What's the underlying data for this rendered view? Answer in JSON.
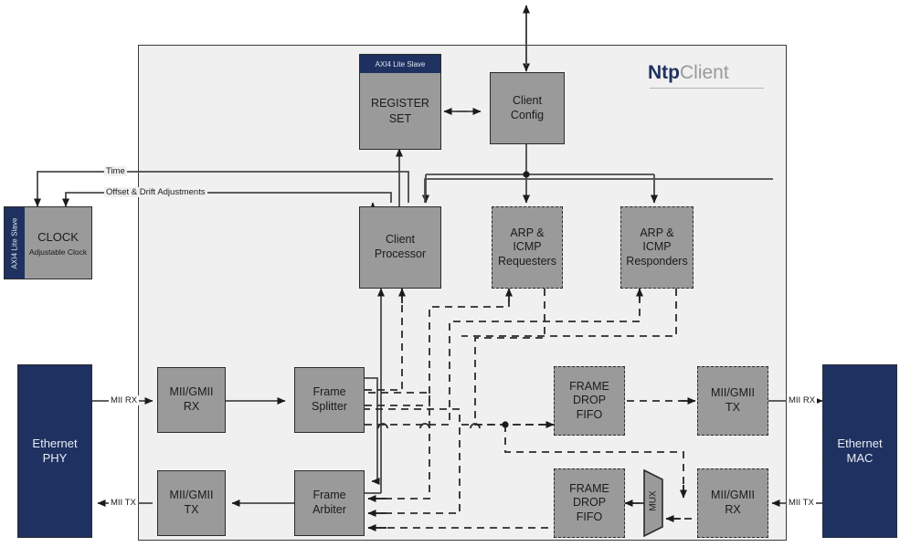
{
  "diagram": {
    "title_bold": "Ntp",
    "title_light": "Client",
    "type": "block-diagram"
  },
  "blocks": {
    "register_set": {
      "badge": "AXI4 Lite Slave",
      "line1": "REGISTER",
      "line2": "SET"
    },
    "client_config": {
      "line1": "Client",
      "line2": "Config"
    },
    "clock": {
      "badge": "AXI4 Lite Slave",
      "title": "CLOCK",
      "subtitle": "Adjustable Clock"
    },
    "client_processor": {
      "line1": "Client",
      "line2": "Processor"
    },
    "arp_icmp_requesters": {
      "line1": "ARP &",
      "line2": "ICMP",
      "line3": "Requesters"
    },
    "arp_icmp_responders": {
      "line1": "ARP &",
      "line2": "ICMP",
      "line3": "Responders"
    },
    "mii_gmii_rx_left": {
      "line1": "MII/GMII",
      "line2": "RX"
    },
    "mii_gmii_tx_left": {
      "line1": "MII/GMII",
      "line2": "TX"
    },
    "frame_splitter": {
      "line1": "Frame",
      "line2": "Splitter"
    },
    "frame_arbiter": {
      "line1": "Frame",
      "line2": "Arbiter"
    },
    "frame_drop_fifo_top": {
      "line1": "FRAME",
      "line2": "DROP",
      "line3": "FIFO"
    },
    "frame_drop_fifo_bottom": {
      "line1": "FRAME",
      "line2": "DROP",
      "line3": "FIFO"
    },
    "mii_gmii_tx_right": {
      "line1": "MII/GMII",
      "line2": "TX"
    },
    "mii_gmii_rx_right": {
      "line1": "MII/GMII",
      "line2": "RX"
    },
    "ethernet_phy": {
      "line1": "Ethernet",
      "line2": "PHY"
    },
    "ethernet_mac": {
      "line1": "Ethernet",
      "line2": "MAC"
    },
    "mux": {
      "label": "MUX"
    }
  },
  "labels": {
    "time": "Time",
    "offset_drift": "Offset & Drift Adjustments",
    "mii_rx_left": "MII RX",
    "mii_tx_left": "MII TX",
    "mii_rx_right": "MII RX",
    "mii_tx_right": "MII TX"
  },
  "colors": {
    "navy": "#1f3160",
    "gray_block": "#9a9a9a",
    "canvas": "#f0f0f0",
    "stroke": "#2b2b2b",
    "title_light": "#9a9a9a"
  }
}
